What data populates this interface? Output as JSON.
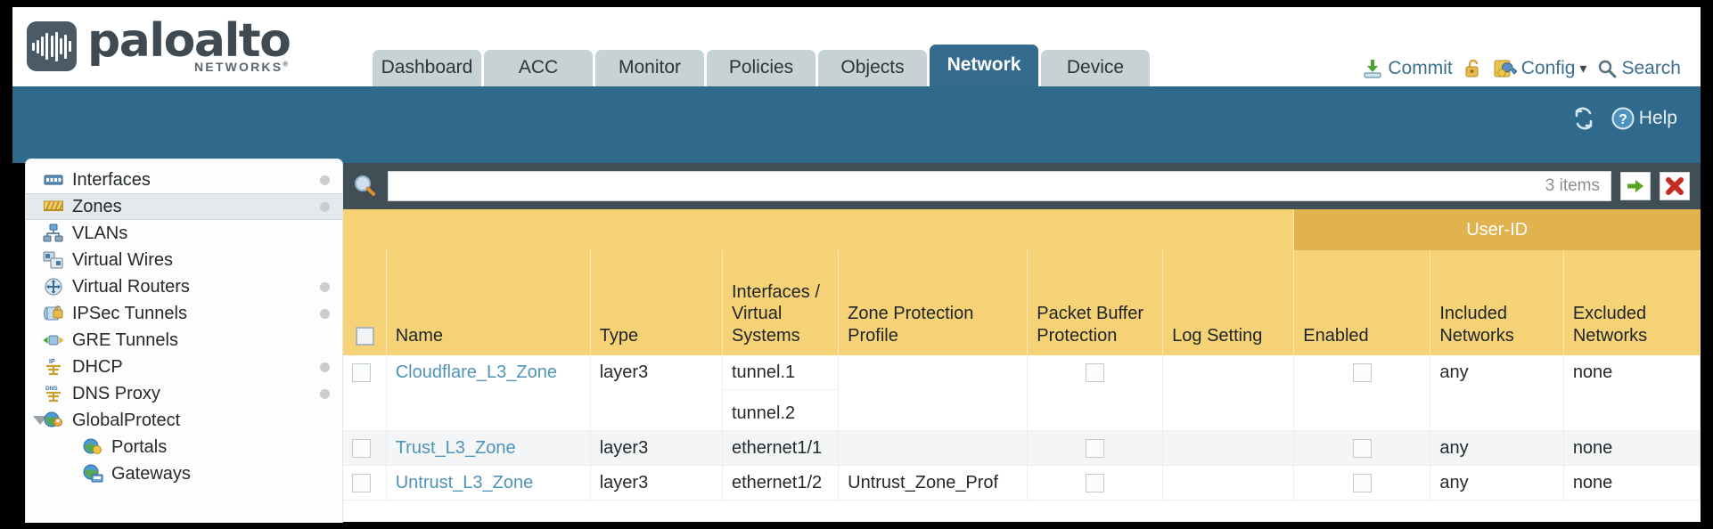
{
  "brand": {
    "name": "paloalto",
    "tagline": "NETWORKS",
    "registered": "®"
  },
  "nav": {
    "tabs": [
      {
        "label": "Dashboard",
        "active": false,
        "width": 122
      },
      {
        "label": "ACC",
        "active": false,
        "width": 122
      },
      {
        "label": "Monitor",
        "active": false,
        "width": 122
      },
      {
        "label": "Policies",
        "active": false,
        "width": 122
      },
      {
        "label": "Objects",
        "active": false,
        "width": 122
      },
      {
        "label": "Network",
        "active": true,
        "width": 122
      },
      {
        "label": "Device",
        "active": false,
        "width": 122
      }
    ]
  },
  "top_actions": {
    "commit": "Commit",
    "lock_icon": "unlock-icon",
    "config": "Config",
    "config_caret": "▾",
    "search": "Search"
  },
  "band": {
    "refresh_icon": "refresh-icon",
    "help_icon": "help-icon",
    "help_label": "Help"
  },
  "sidebar": {
    "items": [
      {
        "label": "Interfaces",
        "icon": "interfaces-icon",
        "dot": true,
        "selected": false,
        "child": false,
        "caret": false
      },
      {
        "label": "Zones",
        "icon": "zones-icon",
        "dot": true,
        "selected": true,
        "child": false,
        "caret": false
      },
      {
        "label": "VLANs",
        "icon": "vlans-icon",
        "dot": false,
        "selected": false,
        "child": false,
        "caret": false
      },
      {
        "label": "Virtual Wires",
        "icon": "virtual-wires-icon",
        "dot": false,
        "selected": false,
        "child": false,
        "caret": false
      },
      {
        "label": "Virtual Routers",
        "icon": "virtual-routers-icon",
        "dot": true,
        "selected": false,
        "child": false,
        "caret": false
      },
      {
        "label": "IPSec Tunnels",
        "icon": "ipsec-tunnels-icon",
        "dot": true,
        "selected": false,
        "child": false,
        "caret": false
      },
      {
        "label": "GRE Tunnels",
        "icon": "gre-tunnels-icon",
        "dot": false,
        "selected": false,
        "child": false,
        "caret": false
      },
      {
        "label": "DHCP",
        "icon": "dhcp-icon",
        "dot": true,
        "selected": false,
        "child": false,
        "caret": false
      },
      {
        "label": "DNS Proxy",
        "icon": "dns-proxy-icon",
        "dot": true,
        "selected": false,
        "child": false,
        "caret": false
      },
      {
        "label": "GlobalProtect",
        "icon": "globalprotect-icon",
        "dot": false,
        "selected": false,
        "child": false,
        "caret": true
      },
      {
        "label": "Portals",
        "icon": "portals-icon",
        "dot": false,
        "selected": false,
        "child": true,
        "caret": false
      },
      {
        "label": "Gateways",
        "icon": "gateways-icon",
        "dot": false,
        "selected": false,
        "child": true,
        "caret": false
      }
    ]
  },
  "search": {
    "icon": "search-magnifier-icon",
    "value": "",
    "placeholder": "",
    "items_count": "3 items",
    "apply_icon": "green-arrow-icon",
    "clear_icon": "red-x-icon"
  },
  "table": {
    "group_header": "User-ID",
    "columns": [
      "Name",
      "Type",
      "Interfaces / Virtual Systems",
      "Zone Protection Profile",
      "Packet Buffer Protection",
      "Log Setting",
      "Enabled",
      "Included Networks",
      "Excluded Networks"
    ],
    "rows": [
      {
        "checked": false,
        "name": "Cloudflare_L3_Zone",
        "type": "layer3",
        "interfaces": [
          "tunnel.1",
          "tunnel.2"
        ],
        "zone_protection_profile": "",
        "packet_buffer_protection": false,
        "log_setting": "",
        "enabled": false,
        "included_networks": "any",
        "excluded_networks": "none"
      },
      {
        "checked": false,
        "name": "Trust_L3_Zone",
        "type": "layer3",
        "interfaces": [
          "ethernet1/1"
        ],
        "zone_protection_profile": "",
        "packet_buffer_protection": false,
        "log_setting": "",
        "enabled": false,
        "included_networks": "any",
        "excluded_networks": "none"
      },
      {
        "checked": false,
        "name": "Untrust_L3_Zone",
        "type": "layer3",
        "interfaces": [
          "ethernet1/2"
        ],
        "zone_protection_profile": "Untrust_Zone_Prof",
        "packet_buffer_protection": false,
        "log_setting": "",
        "enabled": false,
        "included_networks": "any",
        "excluded_networks": "none"
      }
    ]
  },
  "colors": {
    "brand_blue": "#2f6a8c",
    "tab_inactive": "#c7d2d4",
    "header_gold": "#f6d277",
    "group_gold": "#e0b34e",
    "link_blue": "#4f93b8",
    "content_dark": "#424e56"
  }
}
